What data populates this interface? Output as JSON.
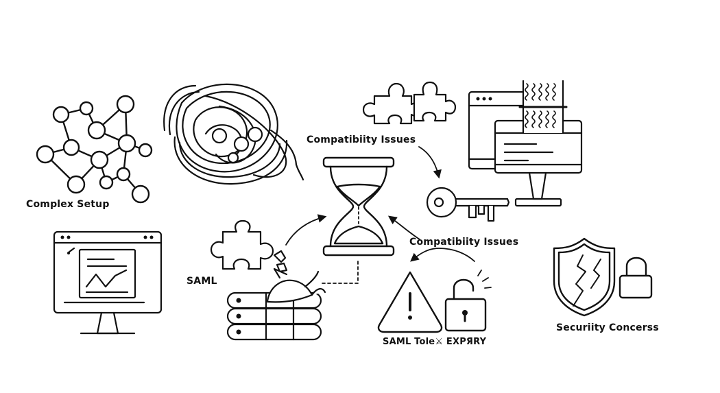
{
  "labels": {
    "complex_setup": "Complex Setup",
    "compat_top": "Compatibiity Issues",
    "compat_mid": "Compatibiity Issues",
    "saml": "SAML",
    "saml_token_expiry": "SAML Tole⚔ EXPЯRY",
    "security_concerns": "Securiity Concerss"
  },
  "colors": {
    "ink": "#111111",
    "background": "#ffffff"
  }
}
